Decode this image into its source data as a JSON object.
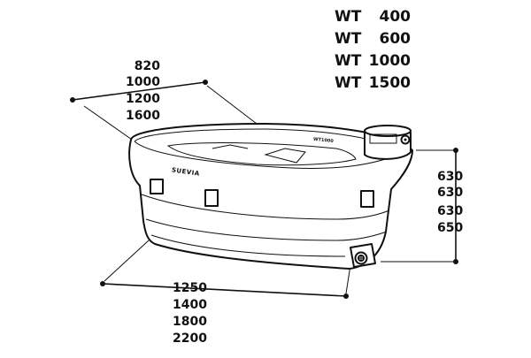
{
  "models": {
    "prefix": "WT",
    "items": [
      "400",
      "600",
      "1000",
      "1500"
    ]
  },
  "width_dims": [
    "820",
    "1000",
    "1200",
    "1600"
  ],
  "height_dims": [
    "630",
    "630",
    "630",
    "650"
  ],
  "length_dims": [
    "1250",
    "1400",
    "1800",
    "2200"
  ],
  "brand": "SUEVIA",
  "rim_label": "WT1000"
}
